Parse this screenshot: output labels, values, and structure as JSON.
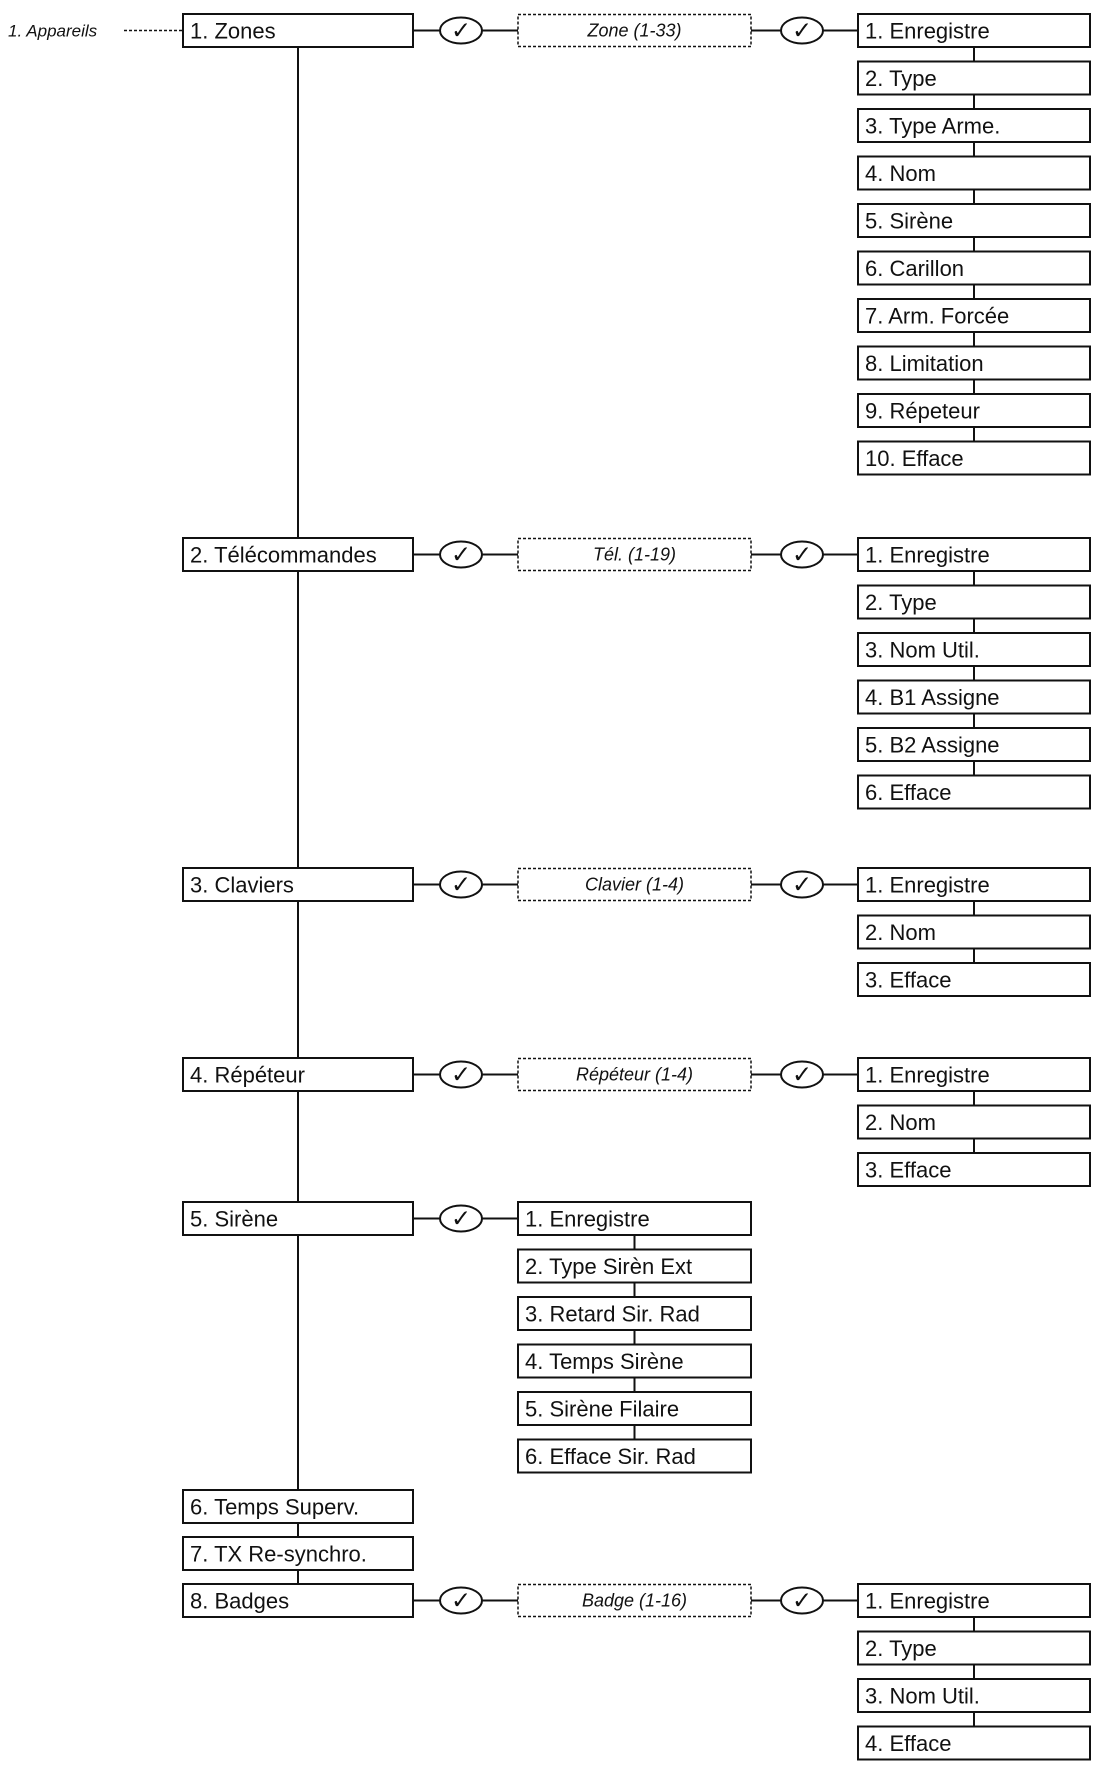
{
  "root_label": "1. Appareils",
  "check_symbol": "✓",
  "branches": [
    {
      "label": "1. Zones",
      "selector": "Zone (1-33)",
      "items": [
        "1. Enregistre",
        "2. Type",
        "3. Type Arme.",
        "4. Nom",
        "5. Sirène",
        "6. Carillon",
        "7. Arm. Forcée",
        "8. Limitation",
        "9. Répeteur",
        "10. Efface"
      ]
    },
    {
      "label": "2. Télécommandes",
      "selector": "Tél. (1-19)",
      "items": [
        "1. Enregistre",
        "2. Type",
        "3. Nom Util.",
        "4. B1 Assigne",
        "5. B2 Assigne",
        "6. Efface"
      ]
    },
    {
      "label": "3. Claviers",
      "selector": "Clavier (1-4)",
      "items": [
        "1. Enregistre",
        "2. Nom",
        "3. Efface"
      ]
    },
    {
      "label": "4. Répéteur",
      "selector": "Répéteur (1-4)",
      "items": [
        "1. Enregistre",
        "2. Nom",
        "3. Efface"
      ]
    },
    {
      "label": "5. Sirène",
      "selector": "",
      "items": [
        "1. Enregistre",
        "2. Type Sirèn Ext",
        "3. Retard Sir. Rad",
        "4. Temps Sirène",
        "5. Sirène Filaire",
        "6. Efface Sir. Rad"
      ]
    },
    {
      "label": "6. Temps Superv.",
      "selector": "",
      "items": []
    },
    {
      "label": "7. TX Re-synchro.",
      "selector": "",
      "items": []
    },
    {
      "label": "8. Badges",
      "selector": "Badge (1-16)",
      "items": [
        "1. Enregistre",
        "2. Type",
        "3. Nom Util.",
        "4. Efface"
      ]
    }
  ]
}
